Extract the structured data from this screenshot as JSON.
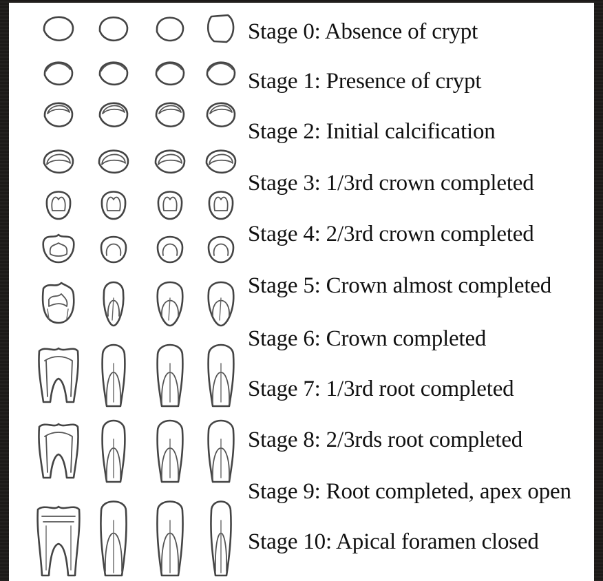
{
  "stages": [
    {
      "label": "Stage 0: Absence of crypt"
    },
    {
      "label": "Stage 1: Presence of crypt"
    },
    {
      "label": "Stage 2: Initial calcification"
    },
    {
      "label": "Stage 3: 1/3rd crown completed"
    },
    {
      "label": "Stage 4: 2/3rd crown completed"
    },
    {
      "label": "Stage 5: Crown almost completed"
    },
    {
      "label": "Stage 6: Crown completed"
    },
    {
      "label": "Stage 7: 1/3rd root completed"
    },
    {
      "label": "Stage 8: 2/3rds root completed"
    },
    {
      "label": "Stage 9: Root completed, apex open"
    },
    {
      "label": "Stage 10: Apical foramen closed"
    }
  ]
}
